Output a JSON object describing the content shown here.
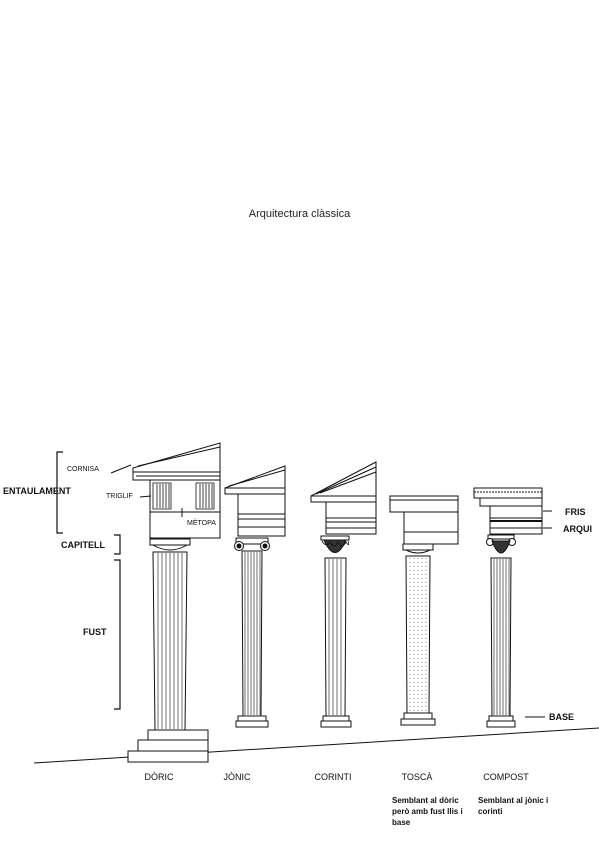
{
  "title": "Arquitectura clàssica",
  "labels": {
    "entaulament": "ENTAULAMENT",
    "cornisa": "CORNISA",
    "triglif": "TRIGLIF",
    "metopa": "MÈTOPA",
    "capitell": "CAPITELL",
    "fust": "FUST",
    "fris": "FRIS",
    "arquitrau": "ARQUI",
    "base": "BASE"
  },
  "orders": [
    {
      "name": "DÒRIC",
      "note": ""
    },
    {
      "name": "JÒNIC",
      "note": ""
    },
    {
      "name": "CORINTI",
      "note": ""
    },
    {
      "name": "TOSCÀ",
      "note": "Semblant al dòric però amb fust llis i base"
    },
    {
      "name": "COMPOST",
      "note": "Semblant al jònic i corinti"
    }
  ],
  "colors": {
    "ink": "#111111",
    "paper": "#ffffff"
  }
}
